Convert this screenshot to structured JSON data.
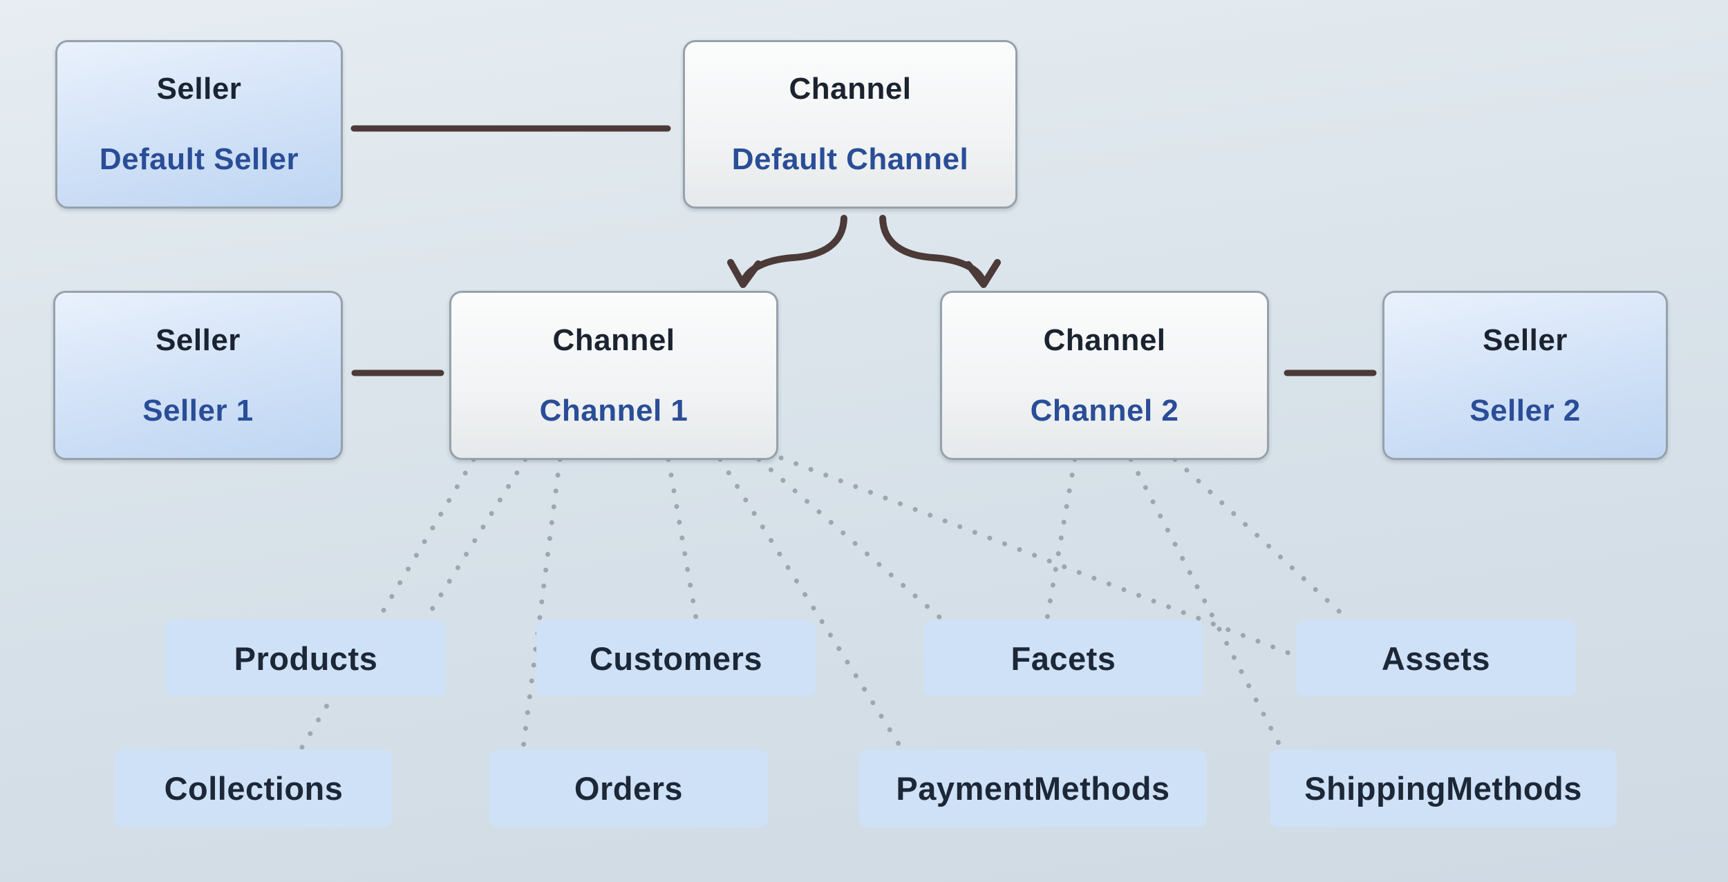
{
  "palette": {
    "background_top": "#e7edf2",
    "background_bottom": "#cfdae3",
    "seller_box_top": "#e9f1fc",
    "seller_box_bottom": "#bed5f2",
    "channel_box_top": "#fbfcfc",
    "channel_box_bottom": "#e6e9eb",
    "box_border": "#96a1ab",
    "entity_box_fill": "#cfe1f6",
    "title_text": "#1b2330",
    "subtitle_text": "#2a4d97",
    "entity_text": "#1c2737",
    "connector_line": "#4b3a38",
    "dotted_line": "#9aa4ad"
  },
  "nodes": {
    "seller_default": {
      "title": "Seller",
      "subtitle": "Default Seller"
    },
    "channel_default": {
      "title": "Channel",
      "subtitle": "Default Channel"
    },
    "seller_1": {
      "title": "Seller",
      "subtitle": "Seller 1"
    },
    "channel_1": {
      "title": "Channel",
      "subtitle": "Channel 1"
    },
    "channel_2": {
      "title": "Channel",
      "subtitle": "Channel 2"
    },
    "seller_2": {
      "title": "Seller",
      "subtitle": "Seller 2"
    }
  },
  "entities": {
    "products": {
      "label": "Products"
    },
    "customers": {
      "label": "Customers"
    },
    "facets": {
      "label": "Facets"
    },
    "assets": {
      "label": "Assets"
    },
    "collections": {
      "label": "Collections"
    },
    "orders": {
      "label": "Orders"
    },
    "payment_methods": {
      "label": "PaymentMethods"
    },
    "shipping_methods": {
      "label": "ShippingMethods"
    }
  },
  "relationships": {
    "solid_links": [
      "Default Seller — Default Channel",
      "Seller 1 — Channel 1",
      "Channel 2 — Seller 2"
    ],
    "arrow_links": [
      "Default Channel → Channel 1",
      "Default Channel → Channel 2"
    ],
    "dotted_links": [
      "Channel 1 → Products",
      "Channel 1 → Collections",
      "Channel 1 → Orders",
      "Channel 1 → Customers",
      "Channel 1 → PaymentMethods",
      "Channel 1 → Facets",
      "Channel 1 → Assets",
      "Channel 2 → Facets",
      "Channel 2 → ShippingMethods",
      "Channel 2 → Assets"
    ]
  }
}
